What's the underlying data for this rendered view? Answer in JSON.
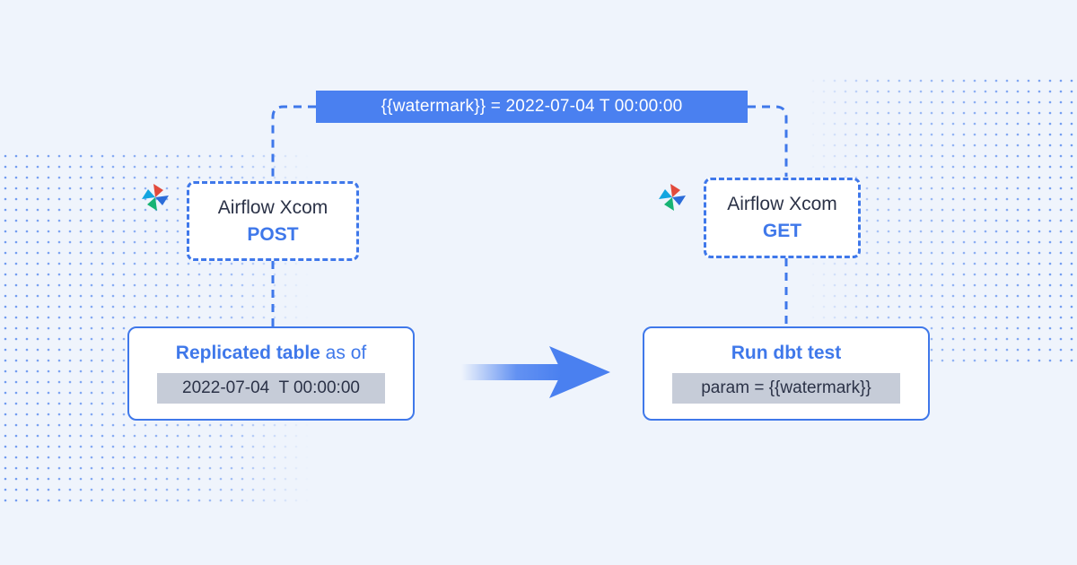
{
  "watermark_label": "{{watermark}} = 2022-07-04 T 00:00:00",
  "left_node": {
    "title": "Airflow Xcom",
    "method": "POST"
  },
  "right_node": {
    "title": "Airflow Xcom",
    "method": "GET"
  },
  "left_card": {
    "heading_bold": "Replicated table",
    "heading_suffix": " as of",
    "value": "2022-07-04  T 00:00:00"
  },
  "right_card": {
    "heading": "Run dbt test",
    "value": "param = {{watermark}}"
  },
  "colors": {
    "accent": "#3f78ea",
    "label_fill": "#4a80f0",
    "background": "#eff4fc",
    "chip": "#c6ccd8",
    "text": "#2b3247"
  },
  "icons": {
    "logo": "airflow-pinwheel-icon",
    "flow": "arrow-right-icon"
  }
}
